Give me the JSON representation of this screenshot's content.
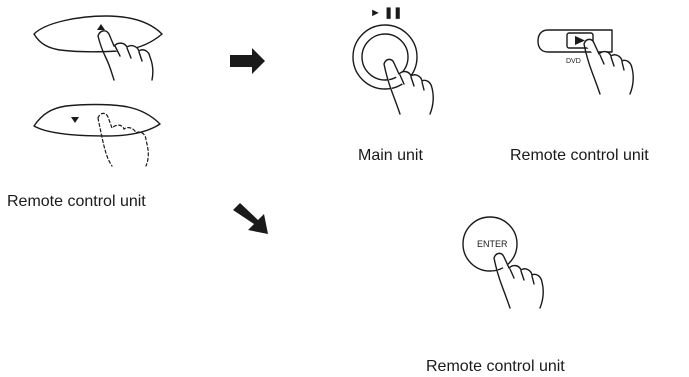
{
  "labels": {
    "left_caption": "Remote control unit",
    "main_unit_caption": "Main unit",
    "remote_caption_top": "Remote control unit",
    "remote_caption_bottom": "Remote control unit",
    "play_pause_symbol": "► ❚❚",
    "dvd_label": "DVD",
    "enter_label": "ENTER"
  },
  "icons": {
    "up_key": "up-arrow-icon",
    "down_key": "down-arrow-icon",
    "right_arrow": "right-arrow-icon",
    "diag_arrow": "down-right-arrow-icon",
    "play_button": "play-icon"
  },
  "colors": {
    "ink": "#1a1a1a",
    "paper": "#ffffff"
  }
}
